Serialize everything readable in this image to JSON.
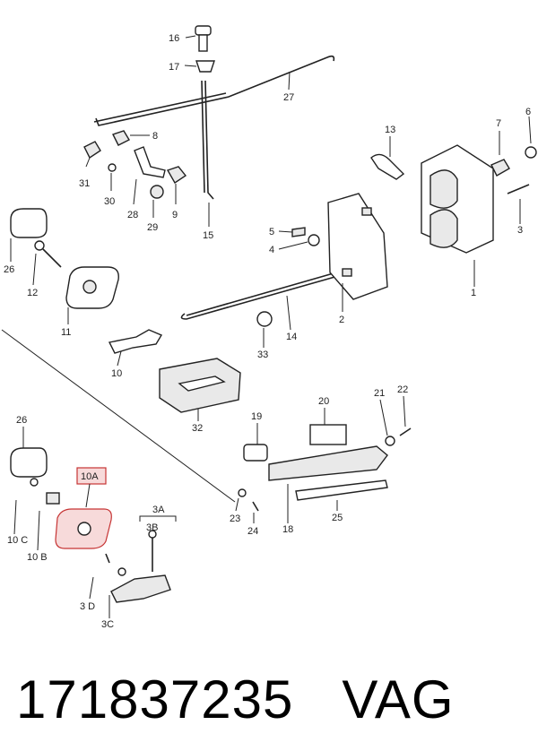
{
  "diagram": {
    "labels": {
      "l1": "1",
      "l2": "2",
      "l3": "3",
      "l4": "4",
      "l5": "5",
      "l6": "6",
      "l7": "7",
      "l8": "8",
      "l9": "9",
      "l10": "10",
      "l11": "11",
      "l12": "12",
      "l13": "13",
      "l14": "14",
      "l15": "15",
      "l16": "16",
      "l17": "17",
      "l18": "18",
      "l19": "19",
      "l20": "20",
      "l21": "21",
      "l22": "22",
      "l23": "23",
      "l24": "24",
      "l25": "25",
      "l26": "26",
      "l26b": "26",
      "l27": "27",
      "l28": "28",
      "l29": "29",
      "l30": "30",
      "l31": "31",
      "l32": "32",
      "l33": "33",
      "l10a": "10A",
      "l10b": "10 B",
      "l10c": "10 C",
      "l3a": "3A",
      "l3b": "3B",
      "l3c": "3C",
      "l3d": "3 D"
    },
    "highlight_color": "#c63434"
  },
  "footer": {
    "part_number": "171837235",
    "brand": "VAG"
  }
}
